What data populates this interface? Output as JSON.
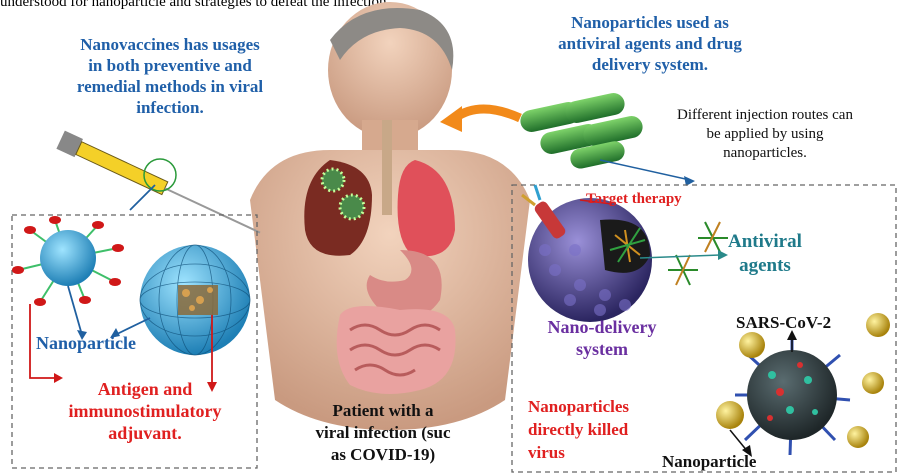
{
  "caption_top": "understood for nanoparticle and strategies to defeat the infection",
  "left": {
    "heading_lines": [
      "Nanovaccines has usages",
      "in both preventive and",
      "remedial methods in viral",
      "infection."
    ],
    "nanoparticle_label": "Nanoparticle",
    "antigen_lines": [
      "Antigen and",
      "immunostimulatory",
      "adjuvant."
    ]
  },
  "center": {
    "patient_lines": [
      "Patient with a",
      "viral infection (suc",
      "as COVID-19)"
    ]
  },
  "right": {
    "heading_lines": [
      "Nanoparticles used as",
      "antiviral agents and drug",
      "delivery system."
    ],
    "injection_lines": [
      "Different injection routes can",
      "be applied by using",
      "nanoparticles."
    ],
    "target_therapy": "Target therapy",
    "antiviral_lines": [
      "Antiviral",
      "agents"
    ],
    "delivery_lines": [
      "Nano-delivery",
      "system"
    ],
    "sars_label": "SARS-CoV-2",
    "killed_lines": [
      "Nanoparticles",
      "directly killed",
      "virus"
    ],
    "nanoparticle_label": "Nanoparticle"
  },
  "colors": {
    "heading_blue": "#1f5fa8",
    "emphasis_red": "#e02020",
    "delivery_purple": "#6a2fa0",
    "arrow_orange": "#f28a1a"
  },
  "icons": [
    "syringe-icon",
    "capsule-icon",
    "virus-icon",
    "lungs-icon",
    "stomach-icon"
  ]
}
